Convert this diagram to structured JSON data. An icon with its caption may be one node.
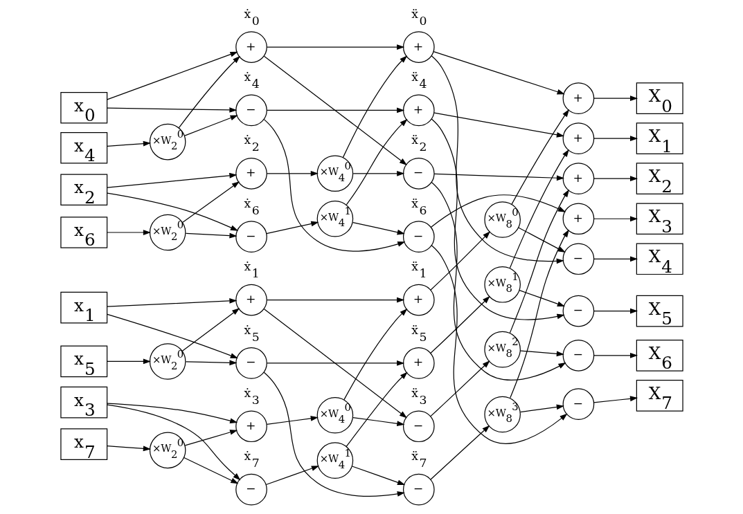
{
  "diagram": {
    "nodes": [
      {
        "text": [
          "x$_{0}$"
        ]
      },
      {
        "text": [
          "x$_{4}$"
        ]
      },
      {
        "text": [
          "x$_{2}$"
        ]
      },
      {
        "text": [
          "x$_{6}$"
        ]
      },
      {
        "text": [
          "x$_{1}$"
        ]
      },
      {
        "text": [
          "x$_{5}$"
        ]
      },
      {
        "text": [
          "x$_{3}$"
        ]
      },
      {
        "text": [
          "x$_{7}$"
        ]
      },
      {
        "text": [
          "×W$_{2}$$^{0}$"
        ]
      },
      {
        "text": [
          "×W$_{2}$$^{0}$"
        ]
      },
      {
        "text": [
          "×W$_{2}$$^{0}$"
        ]
      },
      {
        "text": [
          "×W$_{2}$$^{0}$"
        ]
      },
      {
        "text": [
          "+"
        ],
        "beside": [
          "ẋ$_{0}$"
        ]
      },
      {
        "text": [
          "−"
        ],
        "beside": [
          "ẋ$_{4}$"
        ]
      },
      {
        "text": [
          "+"
        ],
        "beside": [
          "ẋ$_{2}$"
        ]
      },
      {
        "text": [
          "−"
        ],
        "beside": [
          "ẋ$_{6}$"
        ]
      },
      {
        "text": [
          "+"
        ],
        "beside": [
          "ẋ$_{1}$"
        ]
      },
      {
        "text": [
          "−"
        ],
        "beside": [
          "ẋ$_{5}$"
        ]
      },
      {
        "text": [
          "+"
        ],
        "beside": [
          "ẋ$_{3}$"
        ]
      },
      {
        "text": [
          "−"
        ],
        "beside": [
          "ẋ$_{7}$"
        ]
      },
      {
        "text": [
          "×W$_{4}$$^{0}$"
        ]
      },
      {
        "text": [
          "×W$_{4}$$^{1}$"
        ]
      },
      {
        "text": [
          "×W$_{4}$$^{0}$"
        ]
      },
      {
        "text": [
          "×W$_{4}$$^{1}$"
        ]
      },
      {
        "text": [
          "+"
        ],
        "beside": [
          "ẍ$_{0}$"
        ]
      },
      {
        "text": [
          "+"
        ],
        "beside": [
          "ẍ$_{4}$"
        ]
      },
      {
        "text": [
          "−"
        ],
        "beside": [
          "ẍ$_{2}$"
        ]
      },
      {
        "text": [
          "−"
        ],
        "beside": [
          "ẍ$_{6}$"
        ]
      },
      {
        "text": [
          "+"
        ],
        "beside": [
          "ẍ$_{1}$"
        ]
      },
      {
        "text": [
          "+"
        ],
        "beside": [
          "ẍ$_{5}$"
        ]
      },
      {
        "text": [
          "−"
        ],
        "beside": [
          "ẍ$_{3}$"
        ]
      },
      {
        "text": [
          "−"
        ],
        "beside": [
          "ẍ$_{7}$"
        ]
      },
      {
        "text": [
          "×W$_{8}$$^{0}$"
        ]
      },
      {
        "text": [
          "×W$_{8}$$^{1}$"
        ]
      },
      {
        "text": [
          "×W$_{8}$$^{2}$"
        ]
      },
      {
        "text": [
          "×W$_{8}$$^{3}$"
        ]
      },
      {
        "text": [
          "+"
        ]
      },
      {
        "text": [
          "+"
        ]
      },
      {
        "text": [
          "+"
        ]
      },
      {
        "text": [
          "+"
        ]
      },
      {
        "text": [
          "−"
        ]
      },
      {
        "text": [
          "−"
        ]
      },
      {
        "text": [
          "−"
        ]
      },
      {
        "text": [
          "−"
        ]
      },
      {
        "text": [
          "X$_{0}$"
        ]
      },
      {
        "text": [
          "X$_{1}$"
        ]
      },
      {
        "text": [
          "X$_{2}$"
        ]
      },
      {
        "text": [
          "X$_{3}$"
        ]
      },
      {
        "text": [
          "X$_{4}$"
        ]
      },
      {
        "text": [
          "X$_{5}$"
        ]
      },
      {
        "text": [
          "X$_{6}$"
        ]
      },
      {
        "text": [
          "X$_{7}$"
        ]
      }
    ],
    "edges": [
      {
        "from": 0,
        "to": 12,
        "arrow": "to"
      },
      {
        "from": 0,
        "to": 13,
        "arrow": "to"
      },
      {
        "from": 1,
        "to": 8,
        "arrow": "to"
      },
      {
        "from": 8,
        "to": 12,
        "arrow": "to"
      },
      {
        "from": 8,
        "to": 13,
        "arrow": "to"
      },
      {
        "from": 2,
        "to": 14,
        "arrow": "to"
      },
      {
        "from": 2,
        "to": 15,
        "arrow": "to"
      },
      {
        "from": 3,
        "to": 9,
        "arrow": "to"
      },
      {
        "from": 9,
        "to": 14,
        "arrow": "to"
      },
      {
        "from": 9,
        "to": 15,
        "arrow": "to"
      },
      {
        "from": 4,
        "to": 16,
        "arrow": "to"
      },
      {
        "from": 4,
        "to": 17,
        "arrow": "to"
      },
      {
        "from": 5,
        "to": 10,
        "arrow": "to"
      },
      {
        "from": 10,
        "to": 16,
        "arrow": "to"
      },
      {
        "from": 10,
        "to": 17,
        "arrow": "to"
      },
      {
        "from": 6,
        "to": 18,
        "arrow": "to"
      },
      {
        "from": 6,
        "to": 19,
        "arrow": "to"
      },
      {
        "from": 7,
        "to": 11,
        "arrow": "to"
      },
      {
        "from": 11,
        "to": 18,
        "arrow": "to"
      },
      {
        "from": 11,
        "to": 19,
        "arrow": "to"
      },
      {
        "from": 12,
        "to": 24,
        "arrow": "to"
      },
      {
        "from": 12,
        "to": 26,
        "arrow": "to"
      },
      {
        "from": 13,
        "to": 25,
        "arrow": "to"
      },
      {
        "from": 13,
        "to": 27,
        "arrow": "to"
      },
      {
        "from": 14,
        "to": 20,
        "arrow": "to"
      },
      {
        "from": 20,
        "to": 24,
        "arrow": "to"
      },
      {
        "from": 20,
        "to": 26,
        "arrow": "to"
      },
      {
        "from": 15,
        "to": 21,
        "arrow": "to"
      },
      {
        "from": 21,
        "to": 25,
        "arrow": "to"
      },
      {
        "from": 21,
        "to": 27,
        "arrow": "to"
      },
      {
        "from": 16,
        "to": 28,
        "arrow": "to"
      },
      {
        "from": 16,
        "to": 30,
        "arrow": "to"
      },
      {
        "from": 17,
        "to": 29,
        "arrow": "to"
      },
      {
        "from": 17,
        "to": 31,
        "arrow": "to"
      },
      {
        "from": 18,
        "to": 22,
        "arrow": "to"
      },
      {
        "from": 22,
        "to": 28,
        "arrow": "to"
      },
      {
        "from": 22,
        "to": 30,
        "arrow": "to"
      },
      {
        "from": 19,
        "to": 23,
        "arrow": "to"
      },
      {
        "from": 23,
        "to": 29,
        "arrow": "to"
      },
      {
        "from": 23,
        "to": 31,
        "arrow": "to"
      },
      {
        "from": 24,
        "to": 36,
        "arrow": "to"
      },
      {
        "from": 24,
        "to": 40,
        "arrow": "to"
      },
      {
        "from": 25,
        "to": 37,
        "arrow": "to"
      },
      {
        "from": 25,
        "to": 41,
        "arrow": "to"
      },
      {
        "from": 26,
        "to": 38,
        "arrow": "to"
      },
      {
        "from": 26,
        "to": 42,
        "arrow": "to"
      },
      {
        "from": 27,
        "to": 39,
        "arrow": "to"
      },
      {
        "from": 27,
        "to": 43,
        "arrow": "to"
      },
      {
        "from": 28,
        "to": 32,
        "arrow": "to"
      },
      {
        "from": 32,
        "to": 36,
        "arrow": "to"
      },
      {
        "from": 32,
        "to": 40,
        "arrow": "to"
      },
      {
        "from": 29,
        "to": 33,
        "arrow": "to"
      },
      {
        "from": 33,
        "to": 37,
        "arrow": "to"
      },
      {
        "from": 33,
        "to": 41,
        "arrow": "to"
      },
      {
        "from": 30,
        "to": 34,
        "arrow": "to"
      },
      {
        "from": 34,
        "to": 38,
        "arrow": "to"
      },
      {
        "from": 34,
        "to": 42,
        "arrow": "to"
      },
      {
        "from": 31,
        "to": 35,
        "arrow": "to"
      },
      {
        "from": 35,
        "to": 39,
        "arrow": "to"
      },
      {
        "from": 35,
        "to": 43,
        "arrow": "to"
      },
      {
        "from": 36,
        "to": 44,
        "arrow": "to"
      },
      {
        "from": 37,
        "to": 45,
        "arrow": "to"
      },
      {
        "from": 38,
        "to": 46,
        "arrow": "to"
      },
      {
        "from": 39,
        "to": 47,
        "arrow": "to"
      },
      {
        "from": 40,
        "to": 48,
        "arrow": "to"
      },
      {
        "from": 41,
        "to": 49,
        "arrow": "to"
      },
      {
        "from": 42,
        "to": 50,
        "arrow": "to"
      },
      {
        "from": 43,
        "to": 51,
        "arrow": "to"
      }
    ]
  }
}
